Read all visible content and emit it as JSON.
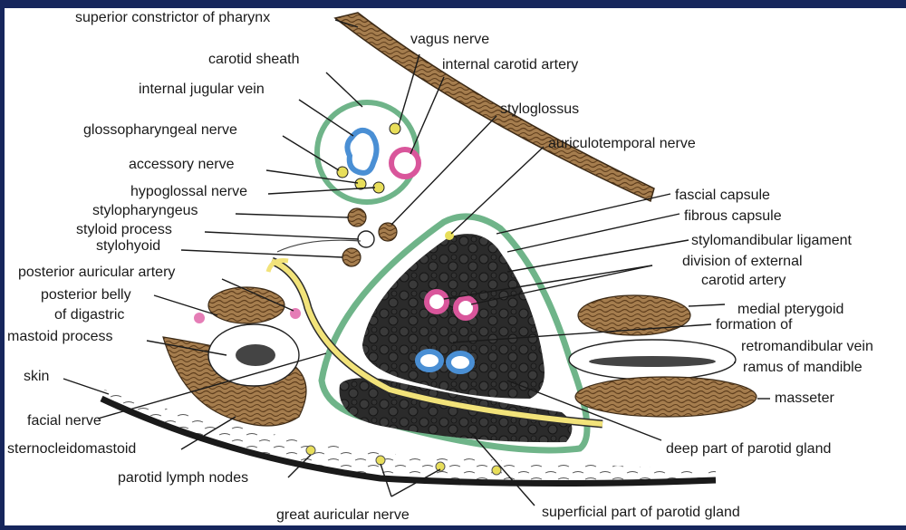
{
  "colors": {
    "frame": "#16265c",
    "muscle": "#a57d4e",
    "muscle_stripe": "#5e3d1c",
    "gland": "#2b2b2b",
    "capsule": "#6fb489",
    "facial_nerve": "#f2e37a",
    "artery": "#d9569b",
    "vein": "#4a8fd4",
    "nerve": "#e8de5a"
  },
  "labels": {
    "superior_constrictor": "superior constrictor of pharynx",
    "vagus_nerve": "vagus nerve",
    "internal_carotid": "internal carotid artery",
    "carotid_sheath": "carotid sheath",
    "internal_jugular": "internal jugular vein",
    "styloglossus": "styloglossus",
    "glossopharyngeal": "glossopharyngeal nerve",
    "auriculotemporal": "auriculotemporal nerve",
    "accessory": "accessory nerve",
    "hypoglossal": "hypoglossal nerve",
    "fascial_capsule": "fascial capsule",
    "stylopharyngeus": "stylopharyngeus",
    "fibrous_capsule": "fibrous capsule",
    "styloid_process": "styloid process",
    "stylomandibular": "stylomandibular ligament",
    "stylohyoid": "stylohyoid",
    "division_ext_carotid_1": "division of external",
    "division_ext_carotid_2": "carotid artery",
    "posterior_auricular": "posterior auricular artery",
    "posterior_belly_1": "posterior belly",
    "posterior_belly_2": "of digastric",
    "medial_pterygoid": "medial pterygoid",
    "formation_of": "formation of",
    "mastoid_process": "mastoid process",
    "retromandibular": "retromandibular vein",
    "ramus": "ramus of mandible",
    "skin": "skin",
    "masseter": "masseter",
    "facial_nerve": "facial nerve",
    "sternocleidomastoid": "sternocleidomastoid",
    "deep_part": "deep part of parotid gland",
    "parotid_lymph": "parotid lymph nodes",
    "great_auricular": "great auricular nerve",
    "superficial_part": "superficial part of parotid gland"
  }
}
